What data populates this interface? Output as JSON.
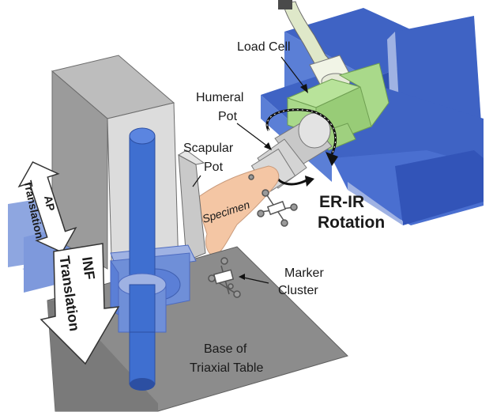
{
  "labels": {
    "load_cell": "Load Cell",
    "humeral_pot_line1": "Humeral",
    "humeral_pot_line2": "Pot",
    "scapular_pot_line1": "Scapular",
    "scapular_pot_line2": "Pot",
    "specimen": "Specimen",
    "er_ir_line1": "ER-IR",
    "er_ir_line2": "Rotation",
    "marker_cluster_line1": "Marker",
    "marker_cluster_line2": "Cluster",
    "ap_line1": "AP",
    "ap_line2": "Translation",
    "inf_line1": "INF",
    "inf_line2": "Translation",
    "base_line1": "Base of",
    "base_line2": "Triaxial Table"
  },
  "colors": {
    "blue_dark": "#3f63c4",
    "blue_mid": "#5b7fd6",
    "blue_light": "#9fb2e3",
    "gray_light": "#d9d9d9",
    "gray_mid": "#b7b7b7",
    "gray_dark": "#8c8c8c",
    "green": "#a9d98a",
    "skin": "#f4c6a4"
  }
}
